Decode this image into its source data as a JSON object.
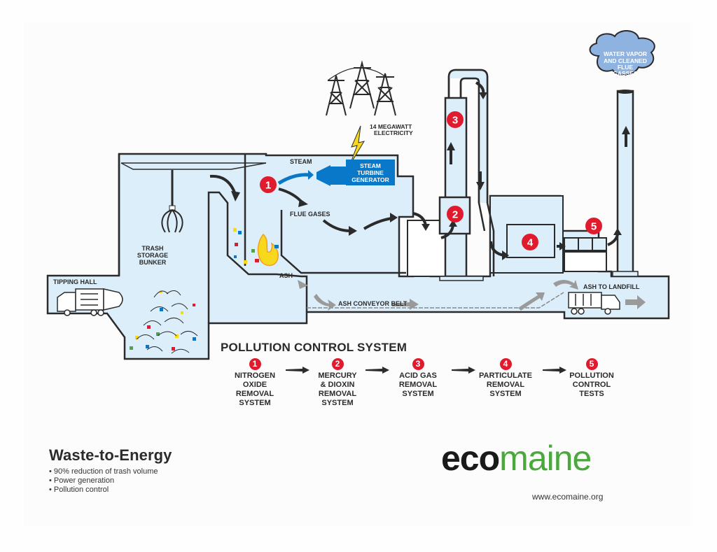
{
  "diagram": {
    "title": "Waste-to-Energy",
    "labels": {
      "tipping_hall": "TIPPING HALL",
      "trash_storage_bunker": [
        "TRASH",
        "STORAGE",
        "BUNKER"
      ],
      "steam": "STEAM",
      "flue_gases": "FLUE GASES",
      "ash": "ASH",
      "ash_conveyor_belt": "ASH CONVEYOR BELT",
      "ash_to_landfill": "ASH TO LANDFILL",
      "electricity": [
        "14 MEGAWATT",
        "ELECTRICITY"
      ],
      "turbine": [
        "STEAM",
        "TURBINE",
        "GENERATOR"
      ],
      "cloud": [
        "WATER VAPOR",
        "AND CLEANED",
        "FLUE",
        "GASSES"
      ]
    },
    "badges": [
      "1",
      "2",
      "3",
      "4",
      "5"
    ],
    "colors": {
      "building_fill": "#ddeefb",
      "outline": "#2b2b2b",
      "badge_red": "#e01b2e",
      "turbine_blue": "#0a78c8",
      "cloud_blue": "#8fb3e0",
      "flame_yellow": "#f8d81c",
      "ash_gray": "#9a9a9a",
      "brand_green": "#4aa83c"
    }
  },
  "pollution_control": {
    "title": "POLLUTION CONTROL SYSTEM",
    "steps": [
      {
        "num": "1",
        "text": "NITROGEN\nOXIDE\nREMOVAL\nSYSTEM"
      },
      {
        "num": "2",
        "text": "MERCURY\n& DIOXIN\nREMOVAL\nSYSTEM"
      },
      {
        "num": "3",
        "text": "ACID GAS\nREMOVAL\nSYSTEM"
      },
      {
        "num": "4",
        "text": "PARTICULATE\nREMOVAL\nSYSTEM"
      },
      {
        "num": "5",
        "text": "POLLUTION\nCONTROL\nTESTS"
      }
    ]
  },
  "summary": {
    "heading": "Waste-to-Energy",
    "bullets": [
      "90% reduction of trash volume",
      "Power generation",
      "Pollution control"
    ]
  },
  "brand": {
    "logo_eco": "eco",
    "logo_maine": "maine",
    "url": "www.ecomaine.org"
  }
}
